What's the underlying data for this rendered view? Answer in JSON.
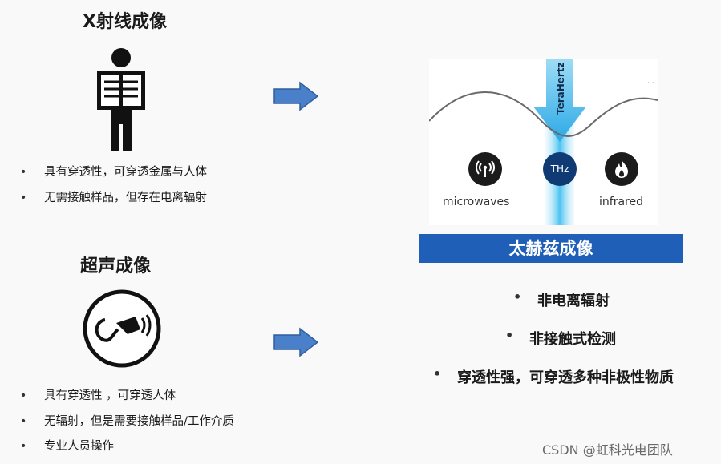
{
  "xray": {
    "title": "X射线成像",
    "icon": "xray-person-icon",
    "bullets": [
      "具有穿透性，可穿透金属与人体",
      "无需接触样品，但存在电离辐射"
    ]
  },
  "ultrasound": {
    "title": "超声成像",
    "icon": "ultrasound-probe-icon",
    "bullets": [
      "具有穿透性 ，可穿透人体",
      "无辐射，但是需要接触样品/工作介质",
      "专业人员操作"
    ]
  },
  "arrows": [
    "arrow-right-icon",
    "arrow-right-icon"
  ],
  "thz_panel": {
    "beam_label": "TeraHertz",
    "center_label": "THz",
    "left_label": "microwaves",
    "right_label": "infrared",
    "banner": "太赫兹成像",
    "colors": {
      "banner": "#1f5fb7",
      "beam": "#4cc3f0"
    }
  },
  "thz": {
    "bullets": [
      "非电离辐射",
      "非接触式检测",
      "穿透性强，可穿透多种非极性物质"
    ]
  },
  "watermark": "CSDN @虹科光电团队"
}
